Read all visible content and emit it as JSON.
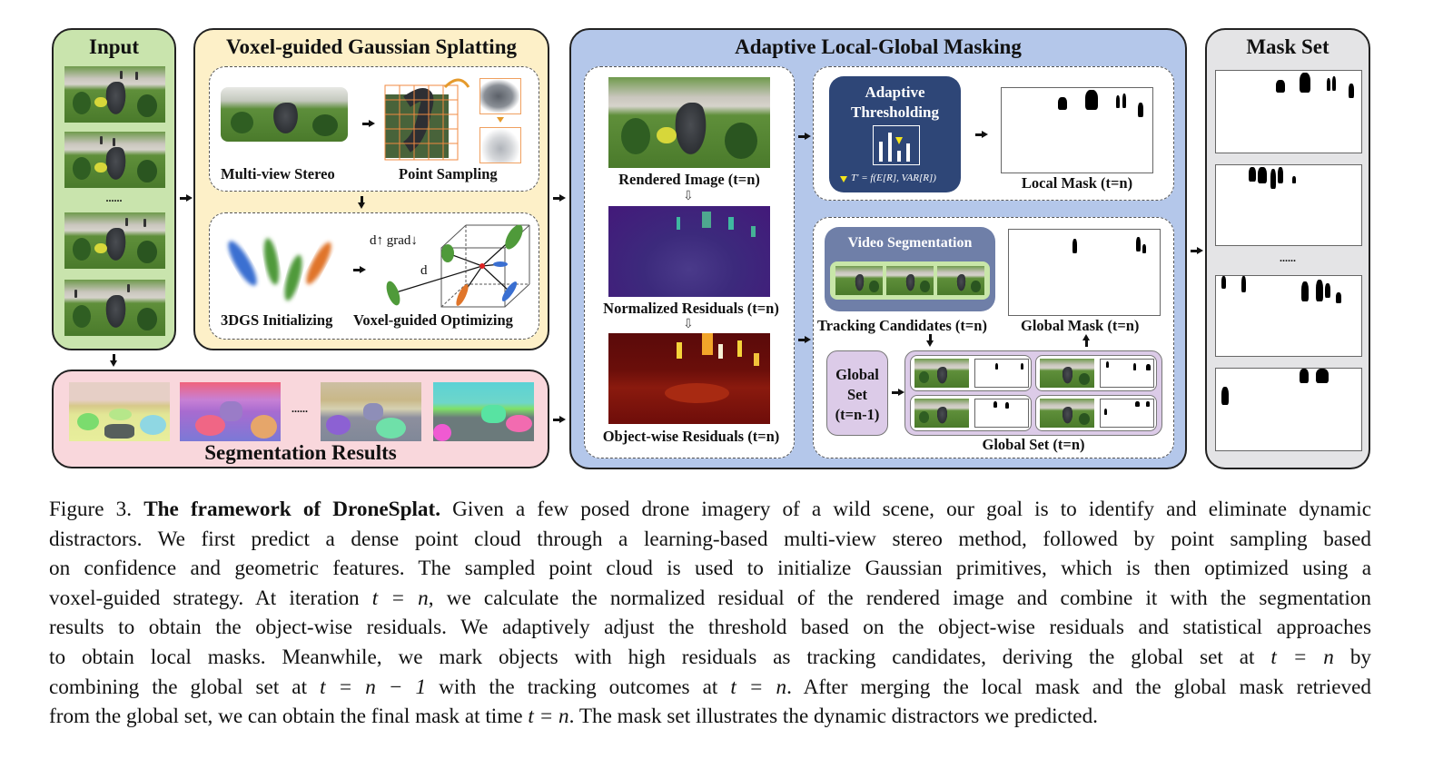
{
  "figure": {
    "panels": {
      "input": {
        "title": "Input",
        "ellipsis": "......",
        "colors": {
          "fill": "#c9e4ad",
          "border": "#222222"
        }
      },
      "vgs": {
        "title": "Voxel-guided Gaussian Splatting",
        "colors": {
          "fill": "#fdf0c8"
        },
        "stage1": {
          "left_label": "Multi-view Stereo",
          "right_label": "Point Sampling"
        },
        "stage2": {
          "left_label": "3DGS Initializing",
          "right_label": "Voxel-guided Optimizing",
          "annot_top": "d↑ grad↓",
          "annot_d": "d"
        }
      },
      "segmentation": {
        "title": "Segmentation Results",
        "ellipsis": "......",
        "colors": {
          "fill": "#f9d7dc"
        }
      },
      "algm": {
        "title": "Adaptive Local-Global Masking",
        "colors": {
          "fill": "#b4c7ea",
          "threshold_box": "#2e4677",
          "video_box": "#6f7fa8",
          "global_set": "#dccbe8"
        },
        "left_column": {
          "rendered": "Rendered Image (t=n)",
          "normalized": "Normalized Residuals (t=n)",
          "objectwise": "Object-wise Residuals (t=n)"
        },
        "threshold": {
          "title_line1": "Adaptive",
          "title_line2": "Thresholding",
          "formula": "T' = f(E[R],  VAR[R])",
          "marker_color": "#f5e51b",
          "local_mask_label": "Local Mask (t=n)"
        },
        "tracking": {
          "video_seg_title": "Video Segmentation",
          "tracking_label": "Tracking Candidates (t=n)",
          "global_mask_label": "Global Mask (t=n)",
          "global_set_prev_l1": "Global",
          "global_set_prev_l2": "Set",
          "global_set_prev_l3": "(t=n-1)",
          "global_set_label": "Global Set (t=n)"
        }
      },
      "mask_set": {
        "title": "Mask Set",
        "ellipsis": "......",
        "colors": {
          "fill": "#e4e4e6"
        }
      }
    }
  },
  "caption": {
    "lines": [
      {
        "prefix": "Figure 3. ",
        "bold": "The framework of DroneSplat.",
        "text": " Given a few posed drone imagery of a wild scene, our goal is to identify and eliminate dynamic"
      },
      {
        "text": "distractors.  We first predict a dense point cloud through a learning-based multi-view stereo method, followed by point sampling based"
      },
      {
        "text": "on confidence and geometric features. The sampled point cloud is used to initialize Gaussian primitives, which is then optimized using a"
      },
      {
        "pre": "voxel-guided strategy. At iteration ",
        "math": "t = n",
        "post": ", we calculate the normalized residual of the rendered image and combine it with the segmentation"
      },
      {
        "text": "results to obtain the object-wise residuals. We adaptively adjust the threshold based on the object-wise residuals and statistical approaches"
      },
      {
        "pre": "to obtain local masks.  Meanwhile, we mark objects with high residuals as tracking candidates, deriving the global set at ",
        "math": "t = n",
        "post": " by"
      },
      {
        "pre": "combining the global set at ",
        "math": "t = n − 1",
        "mid": " with the tracking outcomes at ",
        "math2": "t = n",
        "post": ". After merging the local mask and the global mask retrieved"
      },
      {
        "pre": "from the global set, we can obtain the final mask at time ",
        "math": "t = n",
        "post": ". The mask set illustrates the dynamic distractors we predicted."
      }
    ]
  }
}
